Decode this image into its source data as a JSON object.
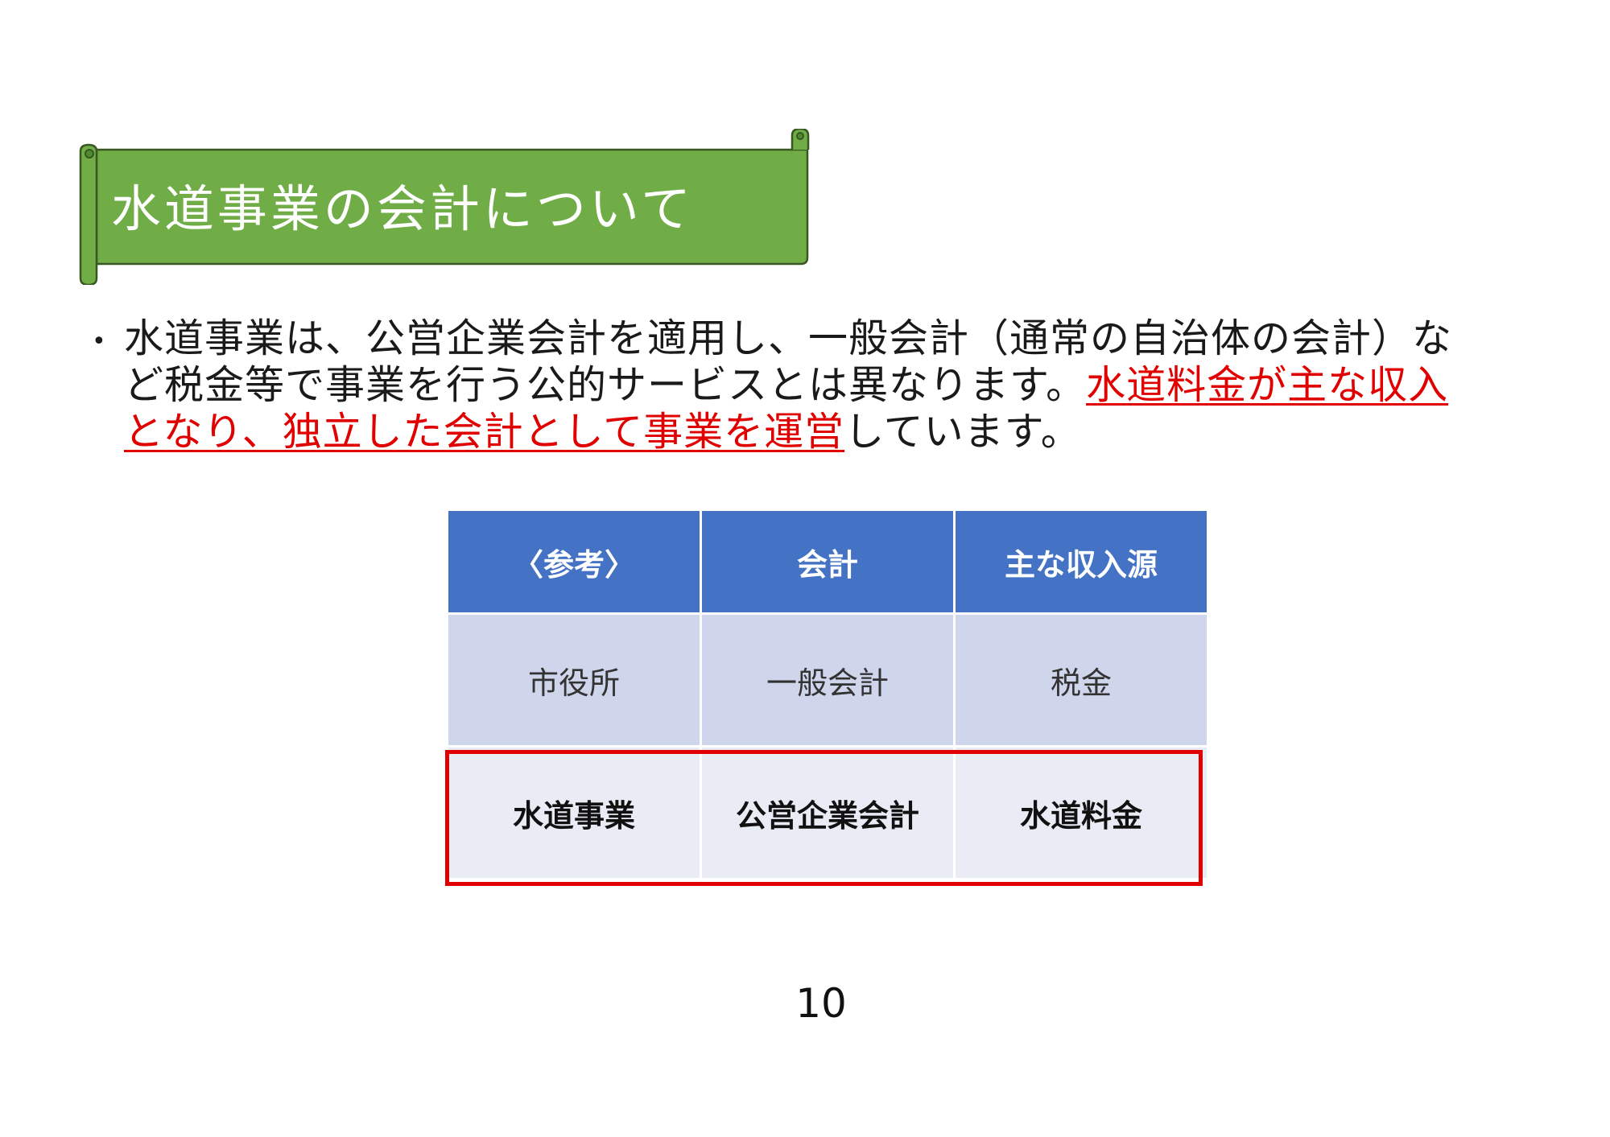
{
  "slide": {
    "title": "水道事業の会計について",
    "bullet": {
      "text_normal_1": "水道事業は、公営企業会計を適用し、一般会計（通常の自治体の会計）など税金等で事業を行う公的サービスとは異なります。",
      "text_highlight": "水道料金が主な収入となり、独立した会計として事業を運営",
      "text_normal_2": "しています。"
    },
    "table": {
      "headers": [
        "〈参考〉",
        "会計",
        "主な収入源"
      ],
      "rows": [
        [
          "市役所",
          "一般会計",
          "税金"
        ],
        [
          "水道事業",
          "公営企業会計",
          "水道料金"
        ]
      ]
    },
    "page_number": "10"
  },
  "colors": {
    "banner_fill": "#70ad47",
    "banner_outline": "#385723",
    "header_fill": "#4472c4",
    "row1_fill": "#cfd5ea",
    "row2_fill": "#e9ebf5",
    "highlight": "#e00000"
  }
}
